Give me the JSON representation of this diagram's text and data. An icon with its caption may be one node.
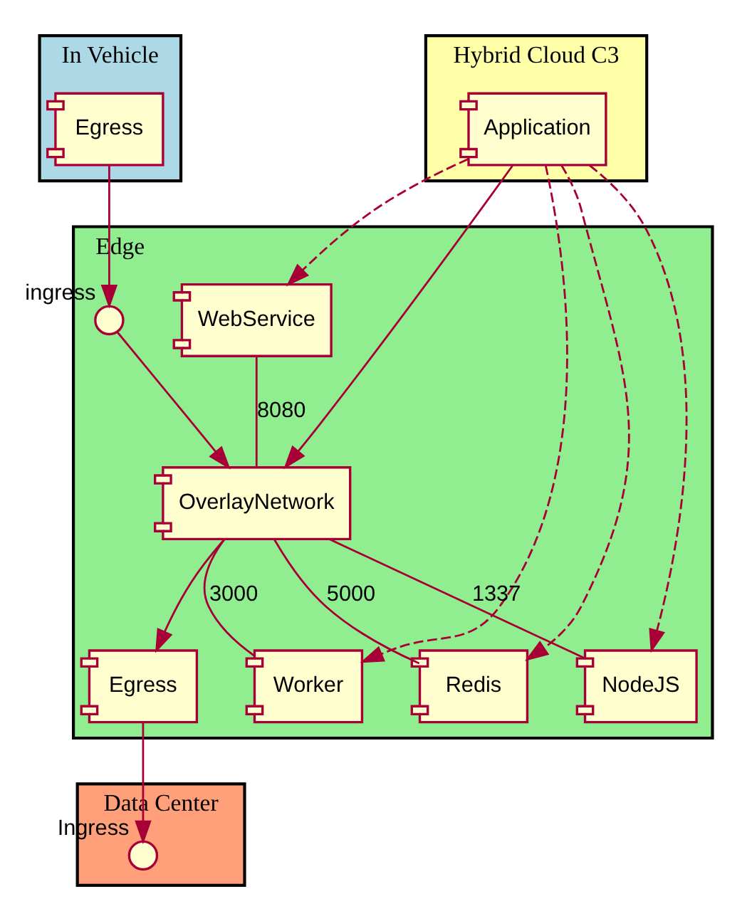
{
  "diagram": {
    "nodes": [
      {
        "text": [
          "In Vehicle"
        ]
      },
      {
        "text": [
          "Egress"
        ],
        "in": 0
      },
      {
        "text": [
          "Hybrid Cloud C3"
        ]
      },
      {
        "text": [
          "Application"
        ],
        "in": 2
      },
      {
        "text": [
          "Edge"
        ]
      },
      {
        "text": [],
        "shape": "circle",
        "beside": [
          "ingress"
        ],
        "in": 4
      },
      {
        "text": [
          "WebService"
        ],
        "in": 4
      },
      {
        "text": [
          "OverlayNetwork"
        ],
        "in": 4
      },
      {
        "text": [
          "Egress"
        ],
        "in": 4
      },
      {
        "text": [
          "NodeJS"
        ],
        "in": 4
      },
      {
        "text": [
          "Worker"
        ],
        "in": 4
      },
      {
        "text": [
          "Redis"
        ],
        "in": 4
      },
      {
        "text": [
          "Data Center"
        ]
      },
      {
        "text": [],
        "shape": "circle",
        "beside": [
          "Ingress"
        ],
        "in": 12
      }
    ],
    "edges": [
      {
        "from": 1,
        "to": 5,
        "arrow": "to"
      },
      {
        "from": 5,
        "to": 7,
        "arrow": "to"
      },
      {
        "from": 6,
        "to": 7,
        "arrow": "none",
        "label": "8080"
      },
      {
        "from": 3,
        "to": 7,
        "arrow": "to"
      },
      {
        "from": 3,
        "to": 6,
        "arrow": "to",
        "style": "dashed"
      },
      {
        "from": 3,
        "to": 9,
        "arrow": "to",
        "style": "dashed"
      },
      {
        "from": 3,
        "to": 10,
        "arrow": "to",
        "style": "dashed"
      },
      {
        "from": 3,
        "to": 11,
        "arrow": "to",
        "style": "dashed"
      },
      {
        "from": 7,
        "to": 8,
        "arrow": "to"
      },
      {
        "from": 7,
        "to": 9,
        "arrow": "none",
        "label": "1337"
      },
      {
        "from": 7,
        "to": 10,
        "arrow": "none",
        "label": "3000"
      },
      {
        "from": 7,
        "to": 11,
        "arrow": "none",
        "label": "5000"
      },
      {
        "from": 8,
        "to": 13,
        "arrow": "to"
      }
    ]
  }
}
